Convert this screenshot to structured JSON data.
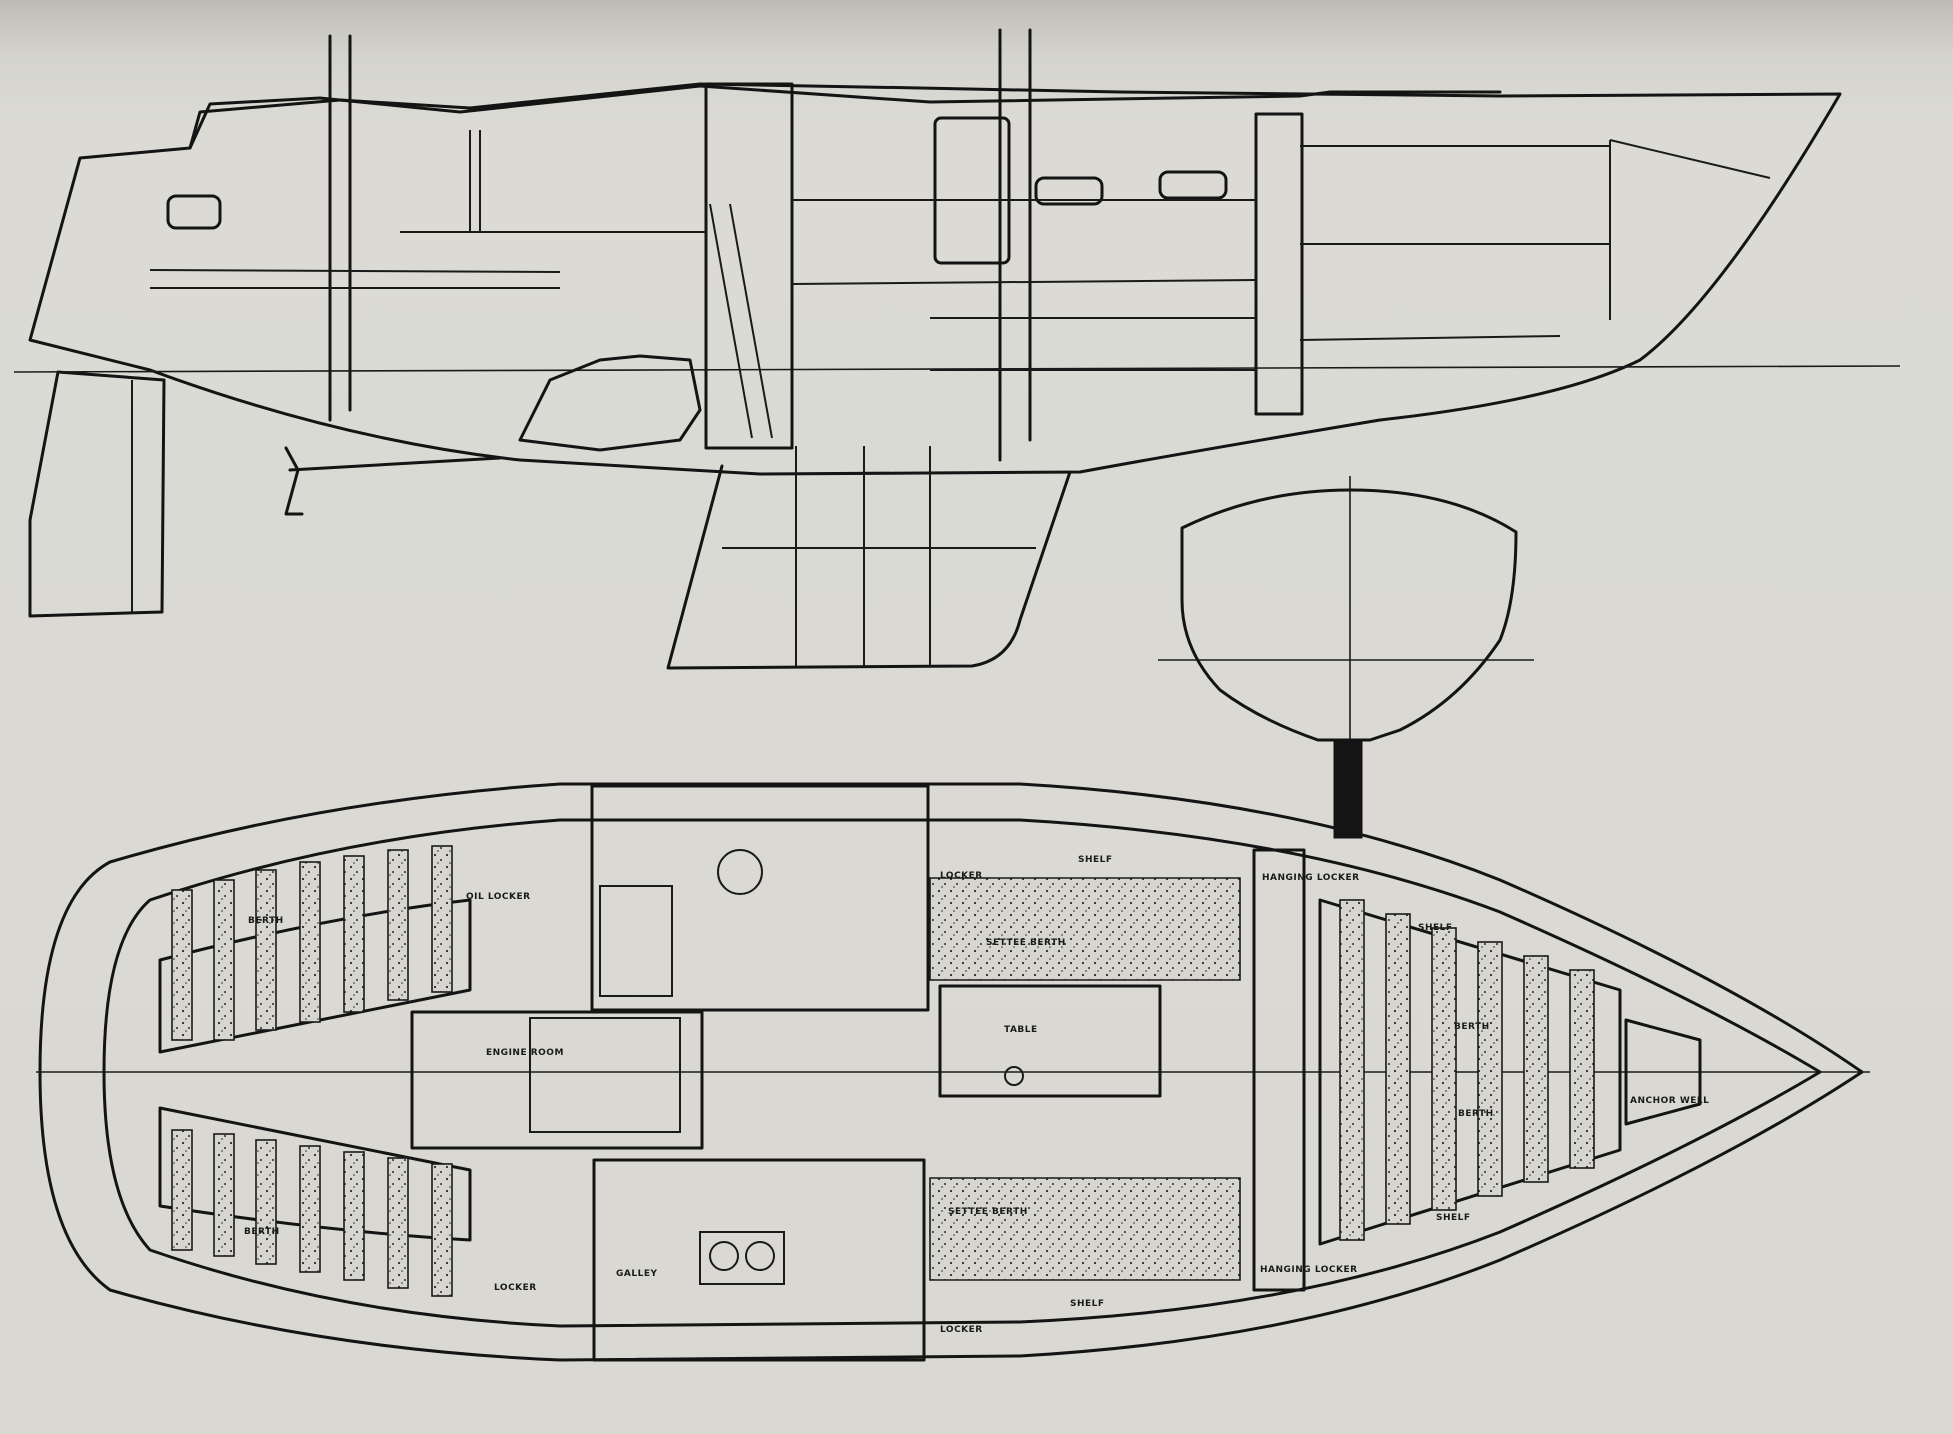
{
  "drawing": {
    "views": [
      "profile",
      "midship-section",
      "accommodation-plan"
    ]
  },
  "labels": {
    "berth_aft_port": "BERTH",
    "berth_aft_stbd": "BERTH",
    "oil_locker": "OIL LOCKER",
    "engine_room": "ENGINE ROOM",
    "locker_top": "LOCKER",
    "shelf_top": "SHELF",
    "settee_berth_top": "SETTEE BERTH",
    "table": "TABLE",
    "hanging_locker_top": "HANGING LOCKER",
    "shelf_fwd_top": "SHELF",
    "berth_fwd_1": "BERTH",
    "berth_fwd_2": "BERTH",
    "anchor_well": "ANCHOR WELL",
    "shelf_fwd_bottom": "SHELF",
    "settee_berth_bottom": "SETTEE BERTH",
    "hanging_locker_bottom": "HANGING LOCKER",
    "locker_aft_bottom": "LOCKER",
    "galley": "GALLEY",
    "locker_bottom": "LOCKER",
    "shelf_bottom": "SHELF"
  }
}
